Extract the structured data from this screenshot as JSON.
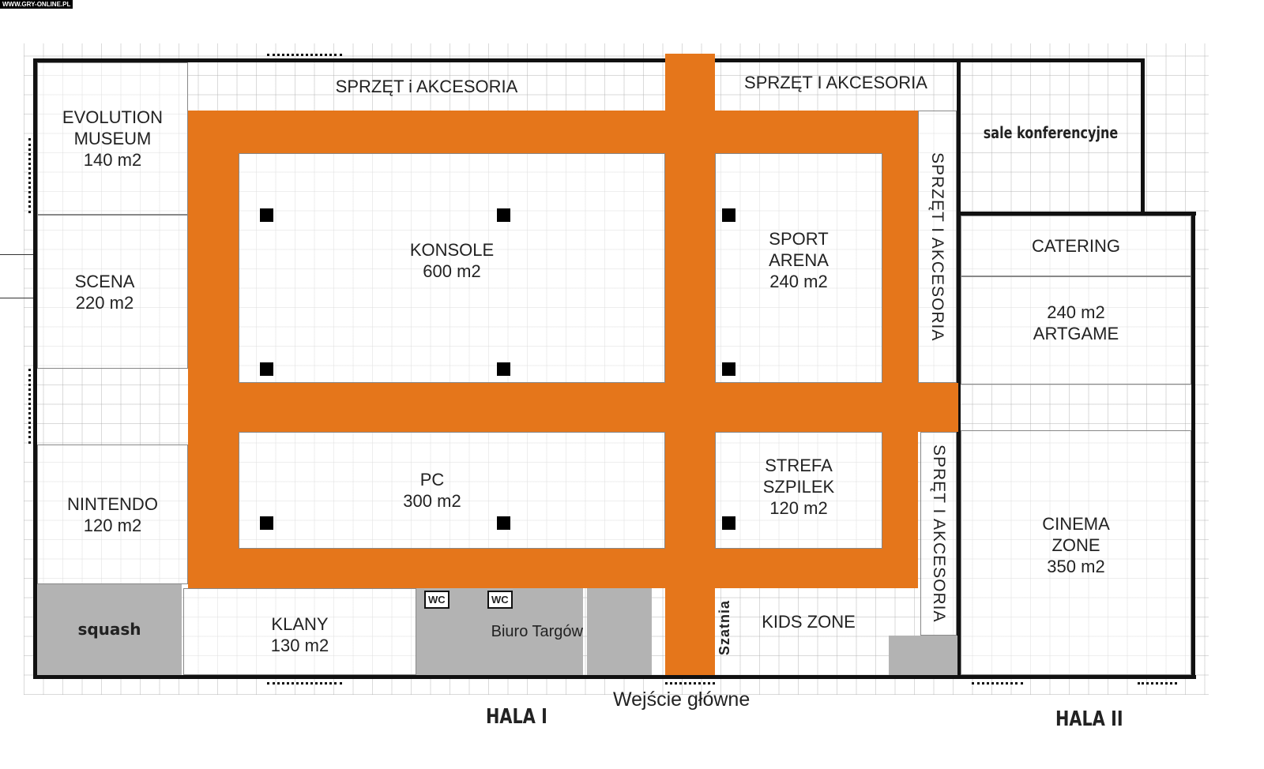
{
  "watermark": "WWW.GRY-ONLINE.PL",
  "rooms": {
    "evolution": "EVOLUTION\nMUSEUM\n140 m2",
    "scena": "SCENA\n220 m2",
    "nintendo": "NINTENDO\n120 m2",
    "squash": "squash",
    "klany": "KLANY\n130 m2",
    "biuro": "Biuro Targów",
    "wc1": "WC",
    "wc2": "WC",
    "szatnia": "Szatnia",
    "kids": "KIDS ZONE",
    "konsole": "KONSOLE\n600 m2",
    "pc": "PC\n300 m2",
    "sport": "SPORT\nARENA\n240 m2",
    "strefa": "STREFA\nSZPILEK\n120 m2",
    "sprzet_top_left": "SPRZĘT i AKCESORIA",
    "sprzet_top_right": "SPRZĘT I AKCESORIA",
    "sprzet_right_upper": "SPRZĘT I AKCESORIA",
    "sprzet_right_lower": "SPRĘT I AKCESORIA",
    "konferencyjne": "sale konferencyjne",
    "catering": "CATERING",
    "artgame": "240 m2\nARTGAME",
    "cinema": "CINEMA\nZONE\n350 m2"
  },
  "labels": {
    "entrance": "Wejście główne",
    "hall1": "HALA I",
    "hall2": "HALA II"
  },
  "colors": {
    "aisle": "#e5761b",
    "service": "#b3b3b3"
  }
}
